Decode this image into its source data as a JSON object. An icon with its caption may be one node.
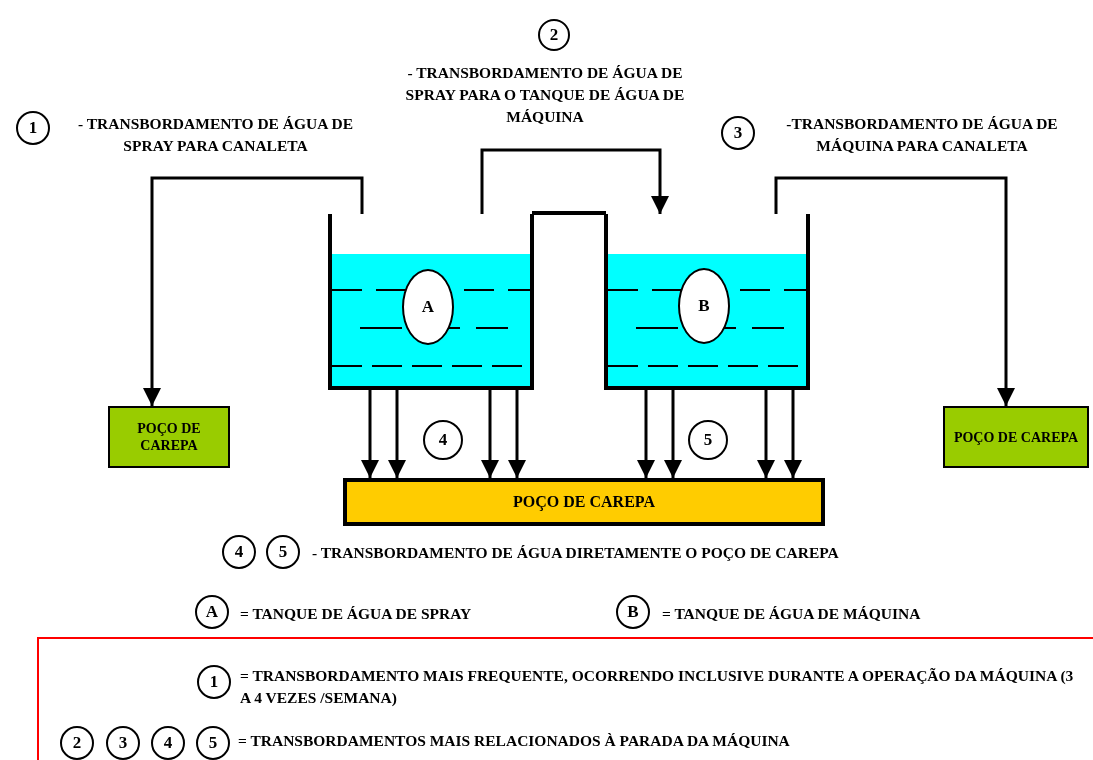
{
  "diagram": {
    "nodes": [
      {
        "text": [
          "2"
        ],
        "beside": [
          "- TRANSBORDAMENTO DE ÁGUA DE SPRAY PARA O TANQUE DE ÁGUA DE MÁQUINA"
        ]
      },
      {
        "text": [
          "1"
        ],
        "beside": [
          "- TRANSBORDAMENTO DE ÁGUA DE SPRAY PARA CANALETA"
        ]
      },
      {
        "text": [
          "3"
        ],
        "beside": [
          "-TRANSBORDAMENTO DE ÁGUA DE MÁQUINA PARA CANALETA"
        ]
      },
      {
        "text": [],
        "shape": "box"
      },
      {
        "text": [
          "A"
        ],
        "in": 3
      },
      {
        "text": [],
        "shape": "box"
      },
      {
        "text": [
          "B"
        ],
        "in": 5
      },
      {
        "text": [
          "POÇO DE CAREPA"
        ]
      },
      {
        "text": [
          "4"
        ]
      },
      {
        "text": [
          "5"
        ]
      },
      {
        "text": [
          "POÇO DE CAREPA"
        ]
      },
      {
        "text": [
          "POÇO DE CAREPA"
        ]
      },
      {
        "text": [
          "4"
        ]
      },
      {
        "text": [
          "5"
        ],
        "beside": [
          "- TRANSBORDAMENTO DE ÁGUA DIRETAMENTE O POÇO DE CAREPA"
        ]
      },
      {
        "text": [
          "A"
        ],
        "beside": [
          "= TANQUE DE ÁGUA DE SPRAY"
        ]
      },
      {
        "text": [
          "B"
        ],
        "beside": [
          "= TANQUE DE ÁGUA DE MÁQUINA"
        ]
      },
      {
        "text": [],
        "shape": "box"
      },
      {
        "text": [
          "1"
        ],
        "in": 16,
        "beside": [
          "= TRANSBORDAMENTO MAIS FREQUENTE, OCORRENDO INCLUSIVE DURANTE A OPERAÇÃO DA MÁQUINA (3 A 4 VEZES /SEMANA)"
        ]
      },
      {
        "text": [
          "2"
        ],
        "in": 16
      },
      {
        "text": [
          "3"
        ],
        "in": 16
      },
      {
        "text": [
          "4"
        ],
        "in": 16
      },
      {
        "text": [
          "5"
        ],
        "in": 16,
        "beside": [
          "= TRANSBORDAMENTOS MAIS RELACIONADOS À PARADA DA MÁQUINA"
        ]
      }
    ],
    "edges": [
      {
        "from": 3,
        "to": 7,
        "arrow": "to"
      },
      {
        "from": 3,
        "to": 5,
        "arrow": "to"
      },
      {
        "from": 5,
        "to": 10,
        "arrow": "to"
      },
      {
        "from": 3,
        "to": 11,
        "arrow": "to"
      },
      {
        "from": 3,
        "to": 11,
        "arrow": "to"
      },
      {
        "from": 3,
        "to": 11,
        "arrow": "to"
      },
      {
        "from": 3,
        "to": 11,
        "arrow": "to"
      },
      {
        "from": 5,
        "to": 11,
        "arrow": "to"
      },
      {
        "from": 5,
        "to": 11,
        "arrow": "to"
      },
      {
        "from": 5,
        "to": 11,
        "arrow": "to"
      },
      {
        "from": 5,
        "to": 11,
        "arrow": "to"
      }
    ]
  }
}
